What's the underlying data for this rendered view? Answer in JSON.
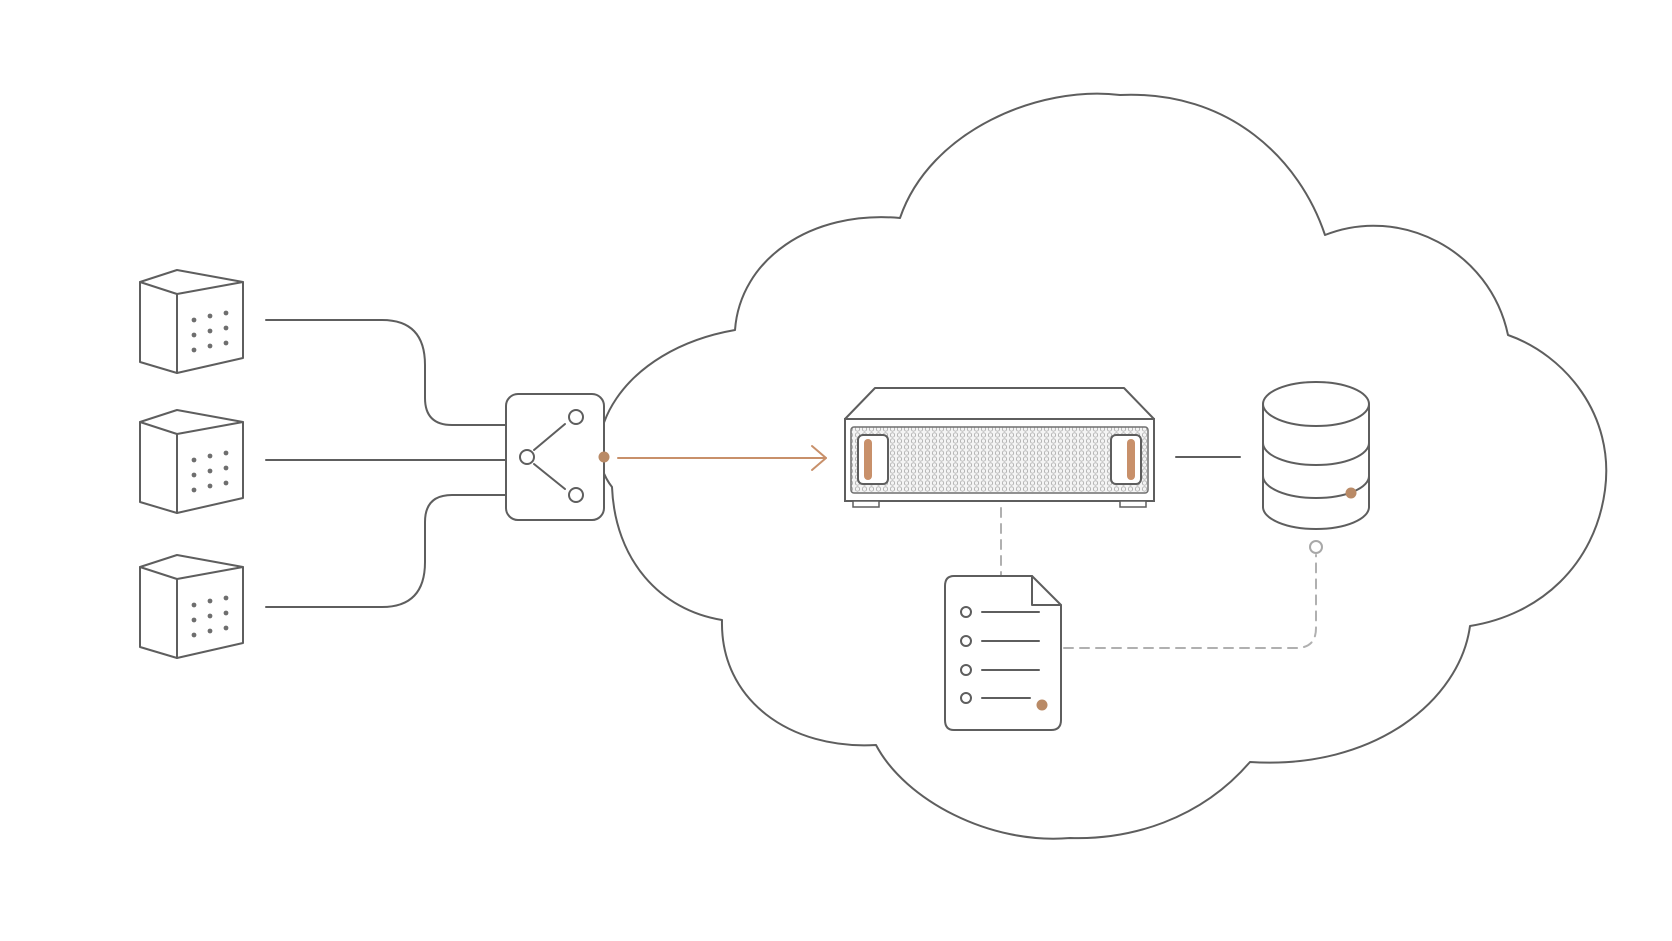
{
  "diagram": {
    "type": "network-architecture",
    "text_labels": [],
    "colors": {
      "stroke": "#5e5e5e",
      "accent": "#c8906a",
      "accent_dot": "#b98a66",
      "dashed": "#b0b0b0",
      "background": "#ffffff"
    },
    "nodes": [
      {
        "id": "device-1",
        "kind": "edge-device",
        "icon": "cube-icon"
      },
      {
        "id": "device-2",
        "kind": "edge-device",
        "icon": "cube-icon"
      },
      {
        "id": "device-3",
        "kind": "edge-device",
        "icon": "cube-icon"
      },
      {
        "id": "gateway",
        "kind": "gateway",
        "icon": "share-icon"
      },
      {
        "id": "cloud",
        "kind": "cloud-boundary",
        "icon": "cloud-icon"
      },
      {
        "id": "server",
        "kind": "rack-server",
        "icon": "server-icon"
      },
      {
        "id": "database",
        "kind": "database",
        "icon": "database-icon"
      },
      {
        "id": "document",
        "kind": "log-document",
        "icon": "document-icon"
      }
    ],
    "connections": [
      {
        "from": "device-1",
        "to": "gateway",
        "style": "solid"
      },
      {
        "from": "device-2",
        "to": "gateway",
        "style": "solid"
      },
      {
        "from": "device-3",
        "to": "gateway",
        "style": "solid"
      },
      {
        "from": "gateway",
        "to": "server",
        "style": "arrow-accent"
      },
      {
        "from": "server",
        "to": "database",
        "style": "solid"
      },
      {
        "from": "server",
        "to": "document",
        "style": "dashed"
      },
      {
        "from": "document",
        "to": "database",
        "style": "dashed"
      }
    ]
  }
}
